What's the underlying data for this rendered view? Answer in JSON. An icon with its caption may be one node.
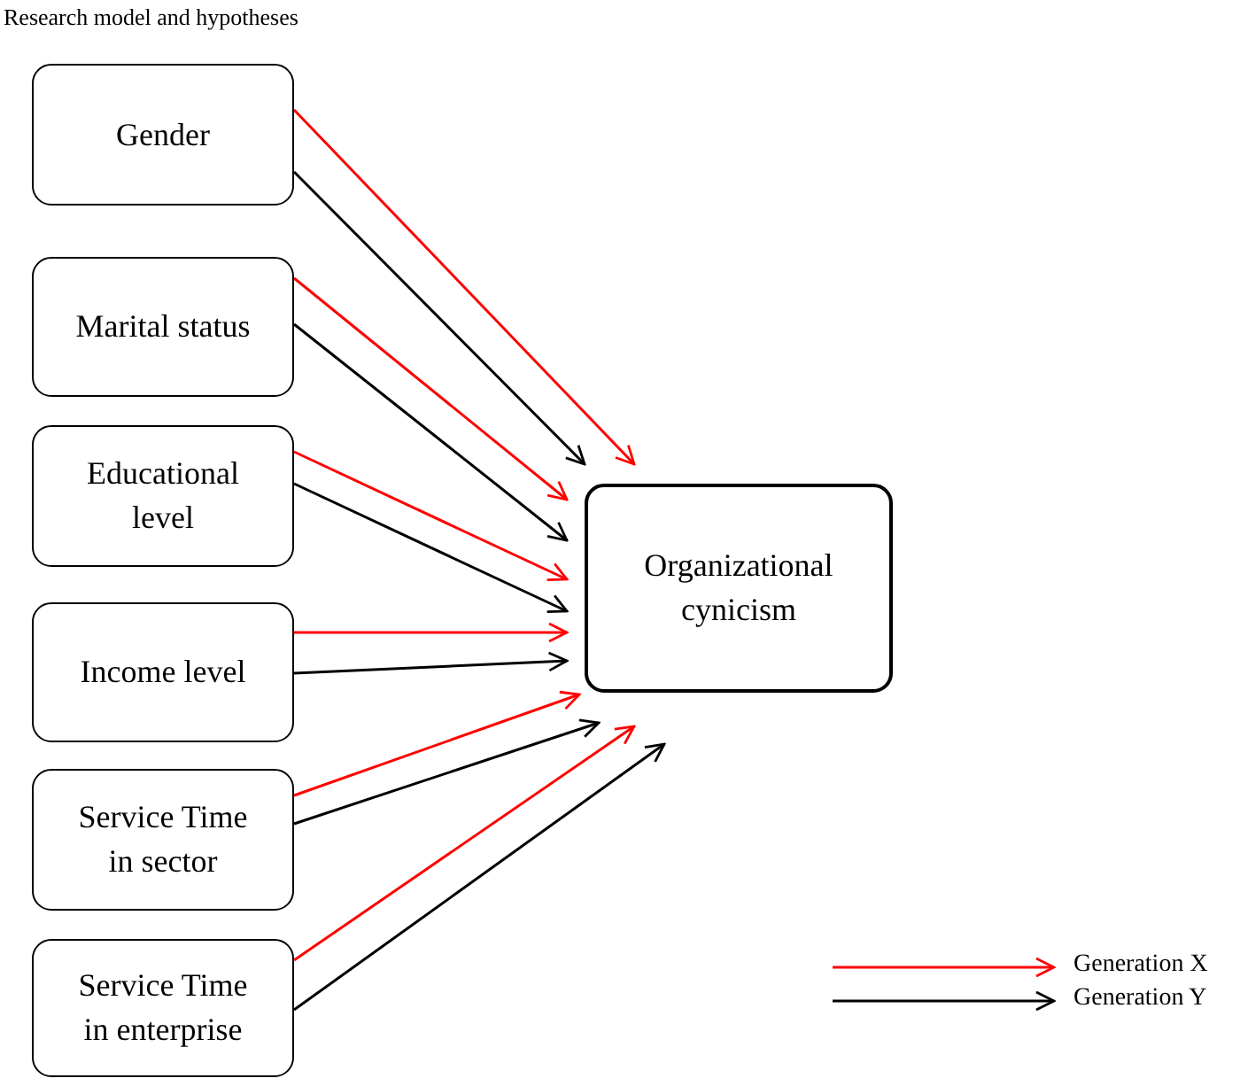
{
  "diagram": {
    "title": "Research model and hypotheses",
    "nodes": [
      {
        "text": [
          "Gender"
        ]
      },
      {
        "text": [
          "Marital status"
        ]
      },
      {
        "text": [
          "Educational level"
        ]
      },
      {
        "text": [
          "Income level"
        ]
      },
      {
        "text": [
          "Service Time in sector"
        ]
      },
      {
        "text": [
          "Service Time in enterprise"
        ]
      },
      {
        "text": [
          "Organizational cynicism"
        ]
      }
    ],
    "edges": [
      {
        "from": 0,
        "to": 6,
        "arrow": "to",
        "color": "#ff0000"
      },
      {
        "from": 0,
        "to": 6,
        "arrow": "to",
        "color": "#000000"
      },
      {
        "from": 1,
        "to": 6,
        "arrow": "to",
        "color": "#ff0000"
      },
      {
        "from": 1,
        "to": 6,
        "arrow": "to",
        "color": "#000000"
      },
      {
        "from": 2,
        "to": 6,
        "arrow": "to",
        "color": "#ff0000"
      },
      {
        "from": 2,
        "to": 6,
        "arrow": "to",
        "color": "#000000"
      },
      {
        "from": 3,
        "to": 6,
        "arrow": "to",
        "color": "#ff0000"
      },
      {
        "from": 3,
        "to": 6,
        "arrow": "to",
        "color": "#000000"
      },
      {
        "from": 4,
        "to": 6,
        "arrow": "to",
        "color": "#ff0000"
      },
      {
        "from": 4,
        "to": 6,
        "arrow": "to",
        "color": "#000000"
      },
      {
        "from": 5,
        "to": 6,
        "arrow": "to",
        "color": "#ff0000"
      },
      {
        "from": 5,
        "to": 6,
        "arrow": "to",
        "color": "#000000"
      }
    ],
    "legend": [
      {
        "text": "Generation X"
      },
      {
        "text": "Generation Y"
      }
    ]
  }
}
